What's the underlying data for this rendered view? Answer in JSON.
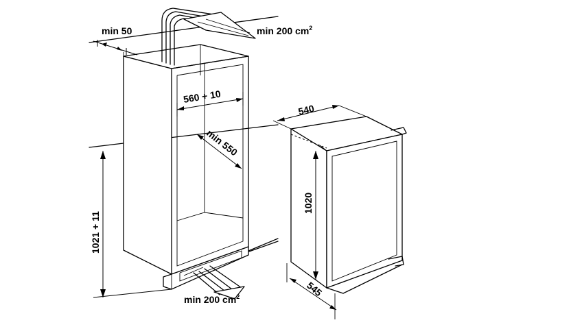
{
  "labels": {
    "gap_top": "min 50",
    "vent_top": "min 200 cm",
    "vent_top_sup": "2",
    "niche_width": "560 + 10",
    "niche_depth": "min 550",
    "niche_height": "1021 + 11",
    "vent_bottom": "min 200 cm",
    "vent_bottom_sup": "2",
    "fridge_width": "540",
    "fridge_height": "1020",
    "fridge_depth": "545"
  }
}
